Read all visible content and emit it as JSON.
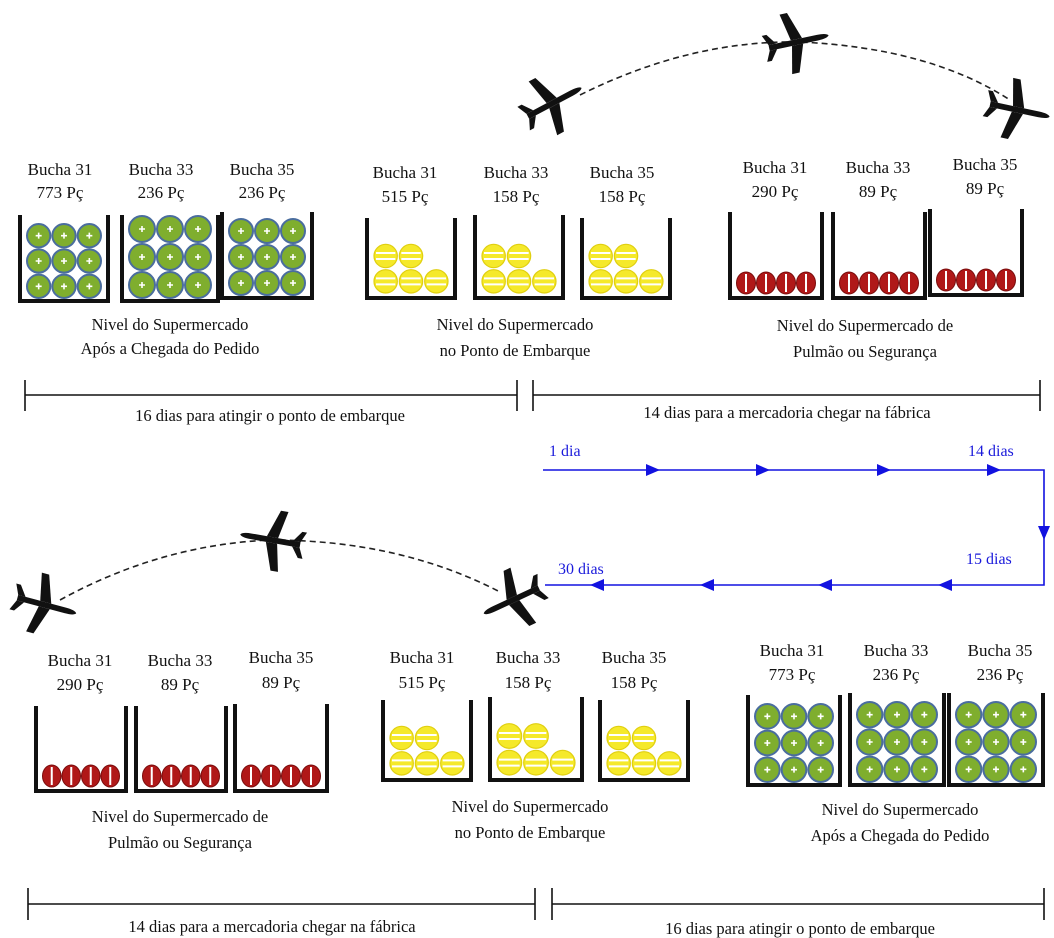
{
  "colors": {
    "green_ball": "#7fae2e",
    "green_ball_border": "#4a6d9e",
    "yellow_ball": "#f5e92a",
    "yellow_ball_stripe": "#ffffff",
    "red_ball": "#b01818",
    "timeline_arrow": "#1212e0",
    "plane": "#111111"
  },
  "icons": {
    "plane": "airplane-icon",
    "arrow": "arrow-head-icon"
  },
  "top": {
    "groups": [
      {
        "level": "full",
        "bins": [
          {
            "name": "Bucha 31",
            "qty": "773 Pç"
          },
          {
            "name": "Bucha 33",
            "qty": "236 Pç"
          },
          {
            "name": "Bucha 35",
            "qty": "236 Pç"
          }
        ],
        "caption_line1": "Nivel do Supermercado",
        "caption_line2": "Após a Chegada do Pedido"
      },
      {
        "level": "half",
        "bins": [
          {
            "name": "Bucha 31",
            "qty": "515 Pç"
          },
          {
            "name": "Bucha 33",
            "qty": "158 Pç"
          },
          {
            "name": "Bucha 35",
            "qty": "158 Pç"
          }
        ],
        "caption_line1": "Nivel do Supermercado",
        "caption_line2": "no Ponto de Embarque"
      },
      {
        "level": "low",
        "bins": [
          {
            "name": "Bucha 31",
            "qty": "290 Pç"
          },
          {
            "name": "Bucha 33",
            "qty": "89 Pç"
          },
          {
            "name": "Bucha 35",
            "qty": "89 Pç"
          }
        ],
        "caption_line1": "Nivel do Supermercado de",
        "caption_line2": "Pulmão ou Segurança"
      }
    ],
    "span_left": "16 dias para atingir o ponto de embarque",
    "span_right": "14 dias para a mercadoria chegar na fábrica"
  },
  "timeline": {
    "start": "1 dia",
    "top_end": "14 dias",
    "bottom_start": "15 dias",
    "end": "30 dias"
  },
  "bottom": {
    "groups": [
      {
        "level": "low",
        "bins": [
          {
            "name": "Bucha 31",
            "qty": "290 Pç"
          },
          {
            "name": "Bucha 33",
            "qty": "89 Pç"
          },
          {
            "name": "Bucha 35",
            "qty": "89 Pç"
          }
        ],
        "caption_line1": "Nivel do Supermercado de",
        "caption_line2": "Pulmão ou Segurança"
      },
      {
        "level": "half",
        "bins": [
          {
            "name": "Bucha 31",
            "qty": "515 Pç"
          },
          {
            "name": "Bucha 33",
            "qty": "158 Pç"
          },
          {
            "name": "Bucha 35",
            "qty": "158 Pç"
          }
        ],
        "caption_line1": "Nivel do Supermercado",
        "caption_line2": "no Ponto de Embarque"
      },
      {
        "level": "full",
        "bins": [
          {
            "name": "Bucha 31",
            "qty": "773 Pç"
          },
          {
            "name": "Bucha 33",
            "qty": "236 Pç"
          },
          {
            "name": "Bucha 35",
            "qty": "236 Pç"
          }
        ],
        "caption_line1": "Nivel do Supermercado",
        "caption_line2": "Após a Chegada do Pedido"
      }
    ],
    "span_left": "14 dias para a mercadoria chegar na fábrica",
    "span_right": "16 dias para atingir o ponto de embarque"
  }
}
